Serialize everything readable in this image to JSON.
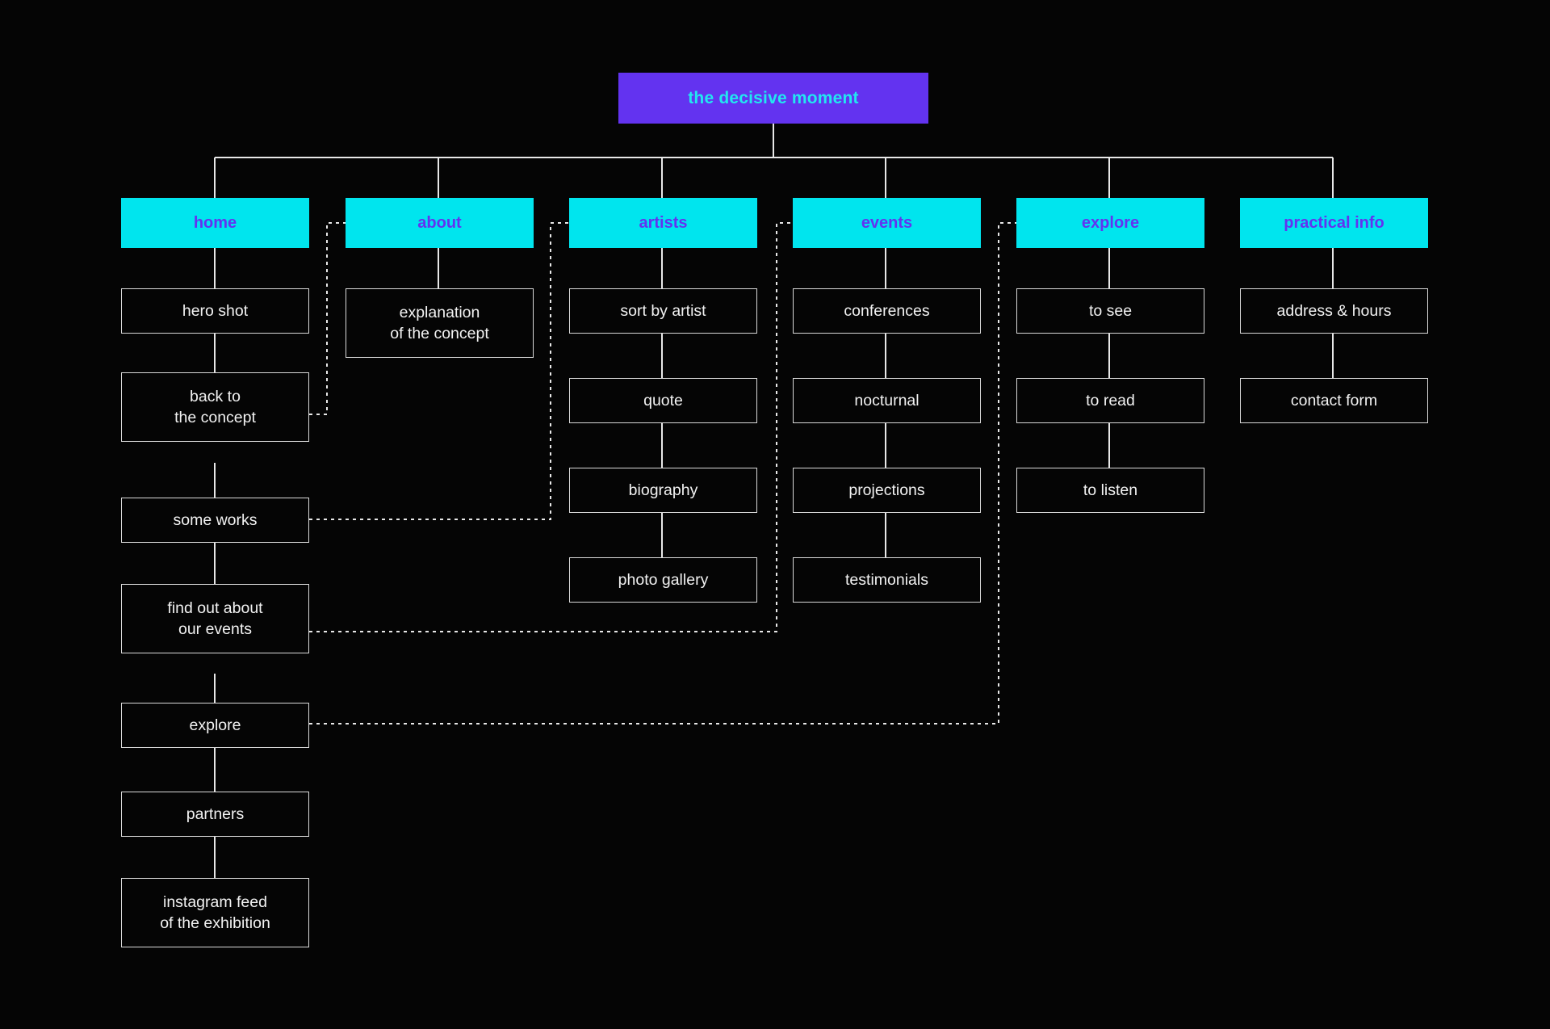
{
  "meta": {
    "title": "the decisive moment",
    "background": "#050505",
    "colors": {
      "root_fill": "#6333F0",
      "root_text": "#22E6F0",
      "section_fill": "#00E5EE",
      "section_text": "#6333F0",
      "leaf_fill": "#050505",
      "leaf_border": "#D9D9D9",
      "leaf_text": "#F2F2F2",
      "wire": "#E8E8E8"
    }
  },
  "root": {
    "label": "the decisive moment"
  },
  "columns": [
    {
      "id": "home",
      "label": "home",
      "children": [
        {
          "label": "hero shot",
          "lines": [
            "hero shot"
          ]
        },
        {
          "label": "back to the concept",
          "lines": [
            "back to",
            "the concept"
          ]
        },
        {
          "label": "some works",
          "lines": [
            "some works"
          ]
        },
        {
          "label": "find out about our events",
          "lines": [
            "find out about",
            "our events"
          ]
        },
        {
          "label": "explore",
          "lines": [
            "explore"
          ]
        },
        {
          "label": "partners",
          "lines": [
            "partners"
          ]
        },
        {
          "label": "instagram feed of the exhibition",
          "lines": [
            "instagram feed",
            "of the exhibition"
          ]
        }
      ]
    },
    {
      "id": "about",
      "label": "about",
      "children": [
        {
          "label": "explanation of the concept",
          "lines": [
            "explanation",
            "of the concept"
          ]
        }
      ]
    },
    {
      "id": "artists",
      "label": "artists",
      "children": [
        {
          "label": "sort by artist",
          "lines": [
            "sort by artist"
          ]
        },
        {
          "label": "quote",
          "lines": [
            "quote"
          ]
        },
        {
          "label": "biography",
          "lines": [
            "biography"
          ]
        },
        {
          "label": "photo gallery",
          "lines": [
            "photo gallery"
          ]
        }
      ]
    },
    {
      "id": "events",
      "label": "events",
      "children": [
        {
          "label": "conferences",
          "lines": [
            "conferences"
          ]
        },
        {
          "label": "nocturnal",
          "lines": [
            "nocturnal"
          ]
        },
        {
          "label": "projections",
          "lines": [
            "projections"
          ]
        },
        {
          "label": "testimonials",
          "lines": [
            "testimonials"
          ]
        }
      ]
    },
    {
      "id": "explore",
      "label": "explore",
      "children": [
        {
          "label": "to see",
          "lines": [
            "to see"
          ]
        },
        {
          "label": "to read",
          "lines": [
            "to read"
          ]
        },
        {
          "label": "to listen",
          "lines": [
            "to listen"
          ]
        }
      ]
    },
    {
      "id": "practical-info",
      "label": "practical info",
      "children": [
        {
          "label": "address & hours",
          "lines": [
            "address & hours"
          ]
        },
        {
          "label": "contact form",
          "lines": [
            "contact form"
          ]
        }
      ]
    }
  ],
  "cross_links": [
    {
      "from": "back to the concept",
      "to": "about"
    },
    {
      "from": "some works",
      "to": "artists"
    },
    {
      "from": "find out about our events",
      "to": "events"
    },
    {
      "from": "explore",
      "to": "explore"
    }
  ]
}
